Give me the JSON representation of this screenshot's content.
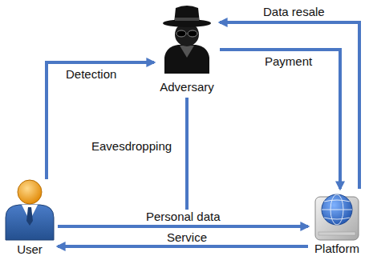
{
  "diagram": {
    "nodes": [
      {
        "text": [
          "User"
        ]
      },
      {
        "text": [
          "Adversary"
        ]
      },
      {
        "text": [
          "Platform"
        ]
      }
    ],
    "edges": [
      {
        "from": 0,
        "to": 1,
        "label": "Detection",
        "arrow": "to"
      },
      {
        "from": 2,
        "to": 1,
        "label": "Data resale",
        "arrow": "to"
      },
      {
        "from": 1,
        "to": 2,
        "label": "Payment",
        "arrow": "to"
      },
      {
        "from": 0,
        "to": 2,
        "label": "Personal data",
        "arrow": "to"
      },
      {
        "from": 2,
        "to": 0,
        "label": "Service",
        "arrow": "to"
      }
    ],
    "labels": [
      "Eavesdropping"
    ]
  }
}
